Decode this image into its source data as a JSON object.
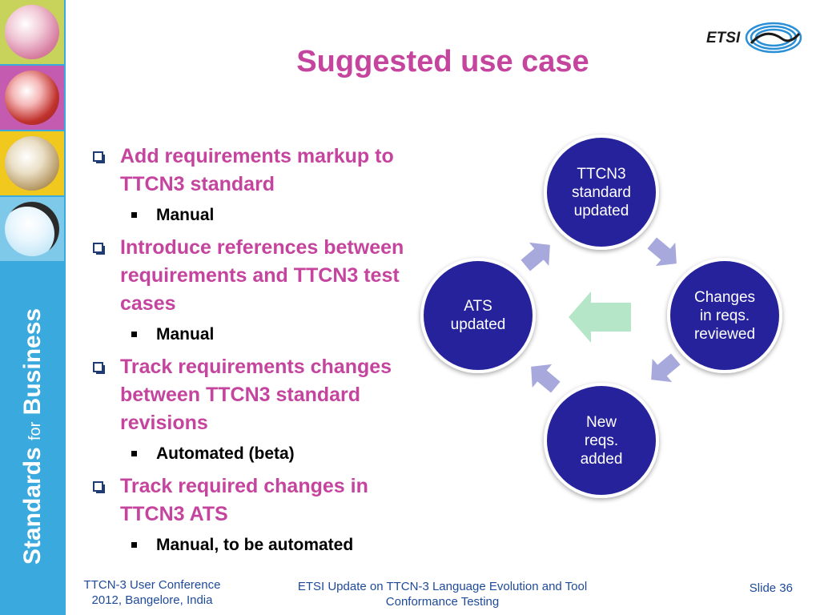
{
  "slide": {
    "title": "Suggested use case"
  },
  "sidebar": {
    "text_standards": "Standards",
    "text_for": "for",
    "text_business": "Business"
  },
  "logo": {
    "text": "ETSI"
  },
  "bullets": [
    {
      "text": "Add requirements markup to TTCN3 standard",
      "sub": "Manual"
    },
    {
      "text": "Introduce references between requirements and TTCN3 test cases",
      "sub": "Manual"
    },
    {
      "text": "Track requirements changes between TTCN3 standard revisions",
      "sub": "Automated (beta)"
    },
    {
      "text": "Track required changes in TTCN3 ATS",
      "sub": "Manual, to be automated"
    }
  ],
  "cycle": {
    "nodes": [
      {
        "lines": [
          "TTCN3",
          "standard",
          "updated"
        ]
      },
      {
        "lines": [
          "Changes",
          "in reqs.",
          "reviewed"
        ]
      },
      {
        "lines": [
          "New",
          "reqs.",
          "added"
        ]
      },
      {
        "lines": [
          "ATS",
          "updated"
        ]
      }
    ],
    "colors": {
      "node_fill": "#25249c",
      "node_ring": "#ffffff",
      "arrow_fill": "#a7a9dc",
      "center_arrow": "#b6e6c8"
    }
  },
  "footer": {
    "left_line1": "TTCN-3 User Conference",
    "left_line2": "2012, Bangelore, India",
    "center_line1": "ETSI Update on TTCN-3 Language Evolution and Tool",
    "center_line2": "Conformance Testing",
    "right": "Slide 36"
  },
  "colors": {
    "title": "#c4449e",
    "sidebar": "#3aa9de",
    "footer_text": "#1e4a9a"
  }
}
